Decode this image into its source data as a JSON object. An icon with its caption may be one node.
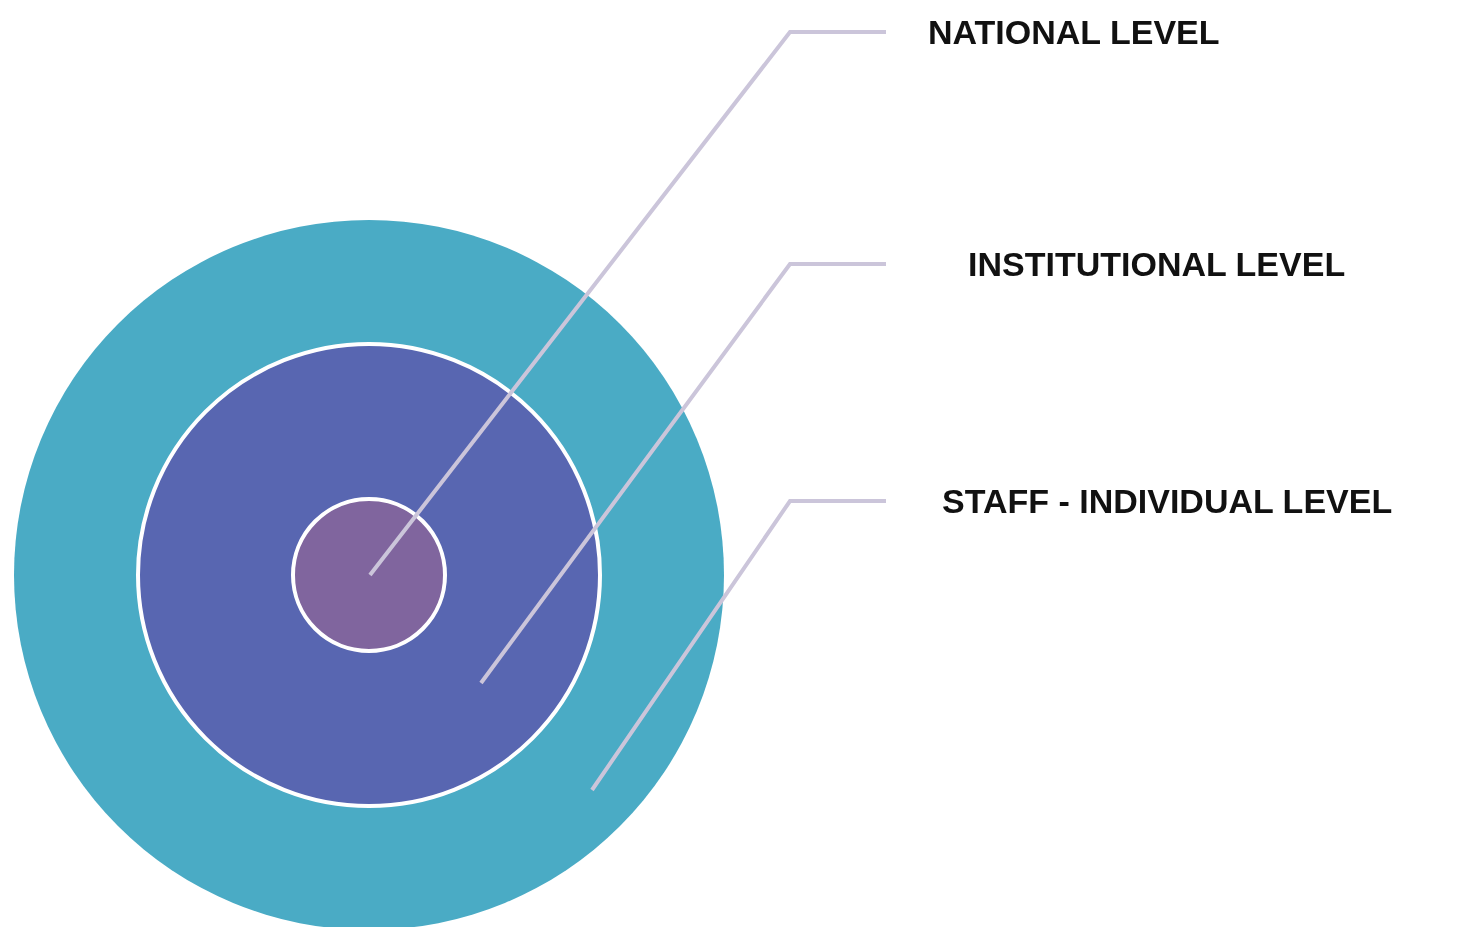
{
  "diagram": {
    "nodes": [
      {
        "text": [],
        "shape": "circle"
      },
      {
        "text": [],
        "shape": "circle",
        "in": 0
      },
      {
        "text": [],
        "shape": "circle",
        "in": 1
      },
      {
        "text": [
          "NATIONAL LEVEL"
        ]
      },
      {
        "text": [
          "INSTITUTIONAL LEVEL"
        ]
      },
      {
        "text": [
          "STAFF - INDIVIDUAL LEVEL"
        ]
      }
    ],
    "edges": [
      {
        "from": 3,
        "to": 2,
        "arrow": "none"
      },
      {
        "from": 4,
        "to": 1,
        "arrow": "none"
      },
      {
        "from": 5,
        "to": 0,
        "arrow": "none"
      }
    ]
  }
}
